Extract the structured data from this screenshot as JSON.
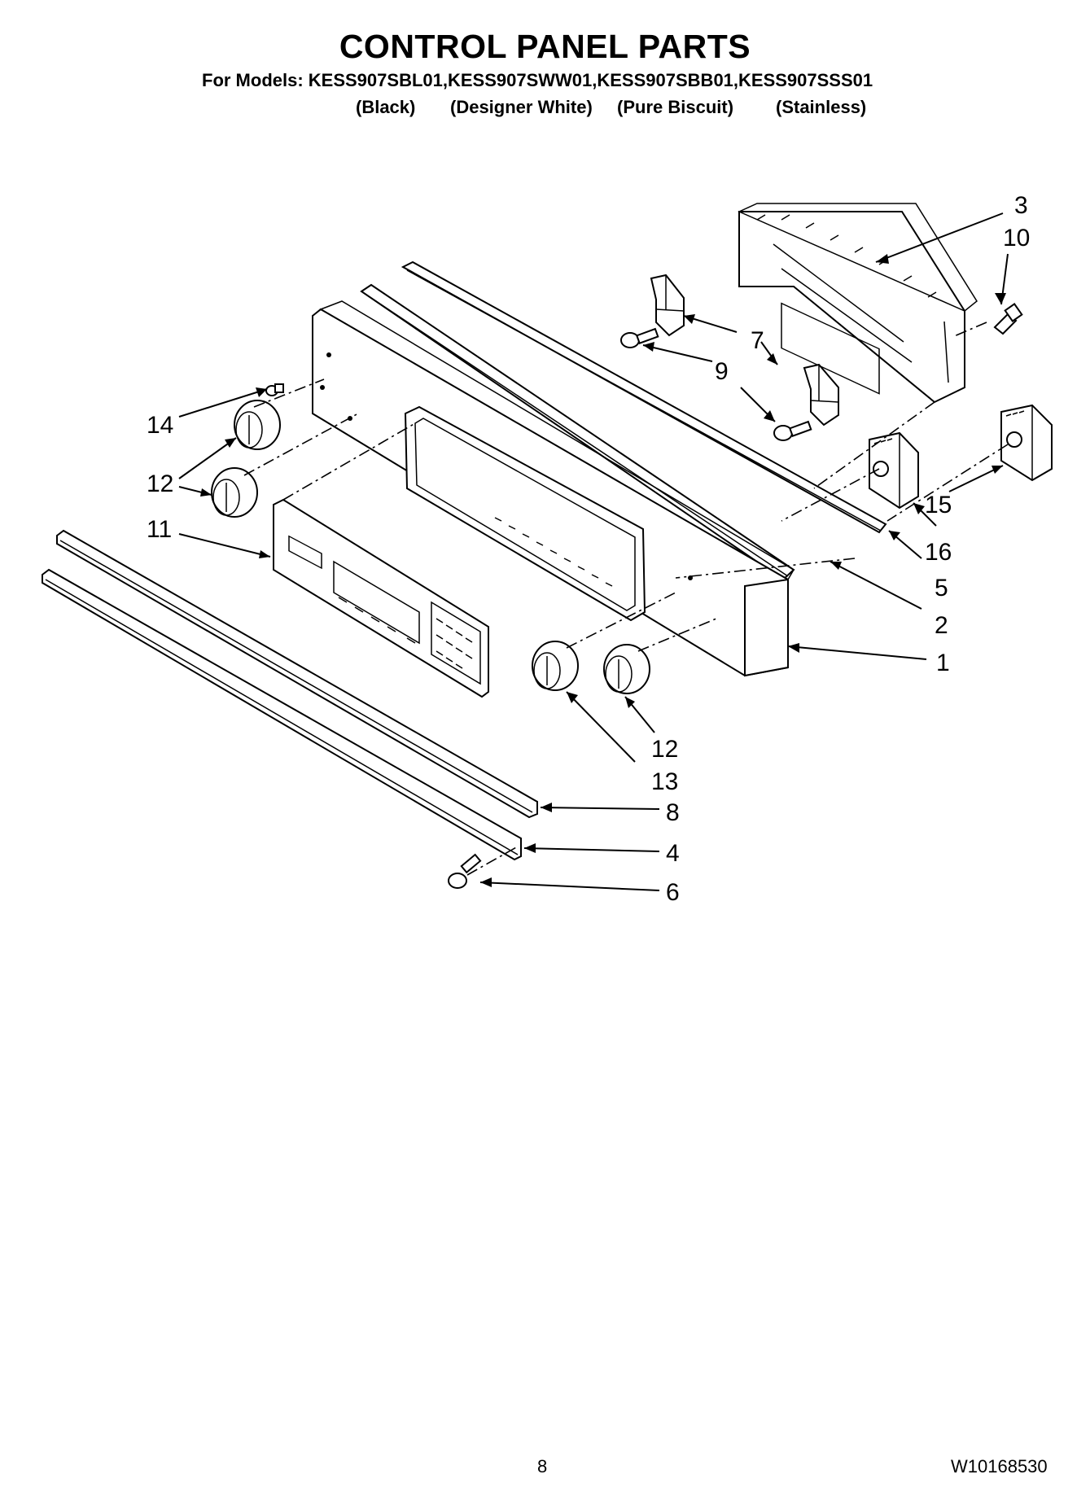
{
  "header": {
    "title": "CONTROL PANEL PARTS",
    "models_line": "For Models: KESS907SBL01,KESS907SWW01,KESS907SBB01,KESS907SSS01",
    "variants": [
      "(Black)",
      "(Designer White)",
      "(Pure Biscuit)",
      "(Stainless)"
    ]
  },
  "callouts": {
    "c3": "3",
    "c10": "10",
    "c7": "7",
    "c9": "9",
    "c14": "14",
    "c12a": "12",
    "c12b": "12",
    "c11": "11",
    "c15": "15",
    "c16": "16",
    "c5": "5",
    "c2": "2",
    "c1": "1",
    "c13": "13",
    "c8": "8",
    "c4": "4",
    "c6": "6"
  },
  "footer": {
    "page_number": "8",
    "document_number": "W10168530"
  }
}
